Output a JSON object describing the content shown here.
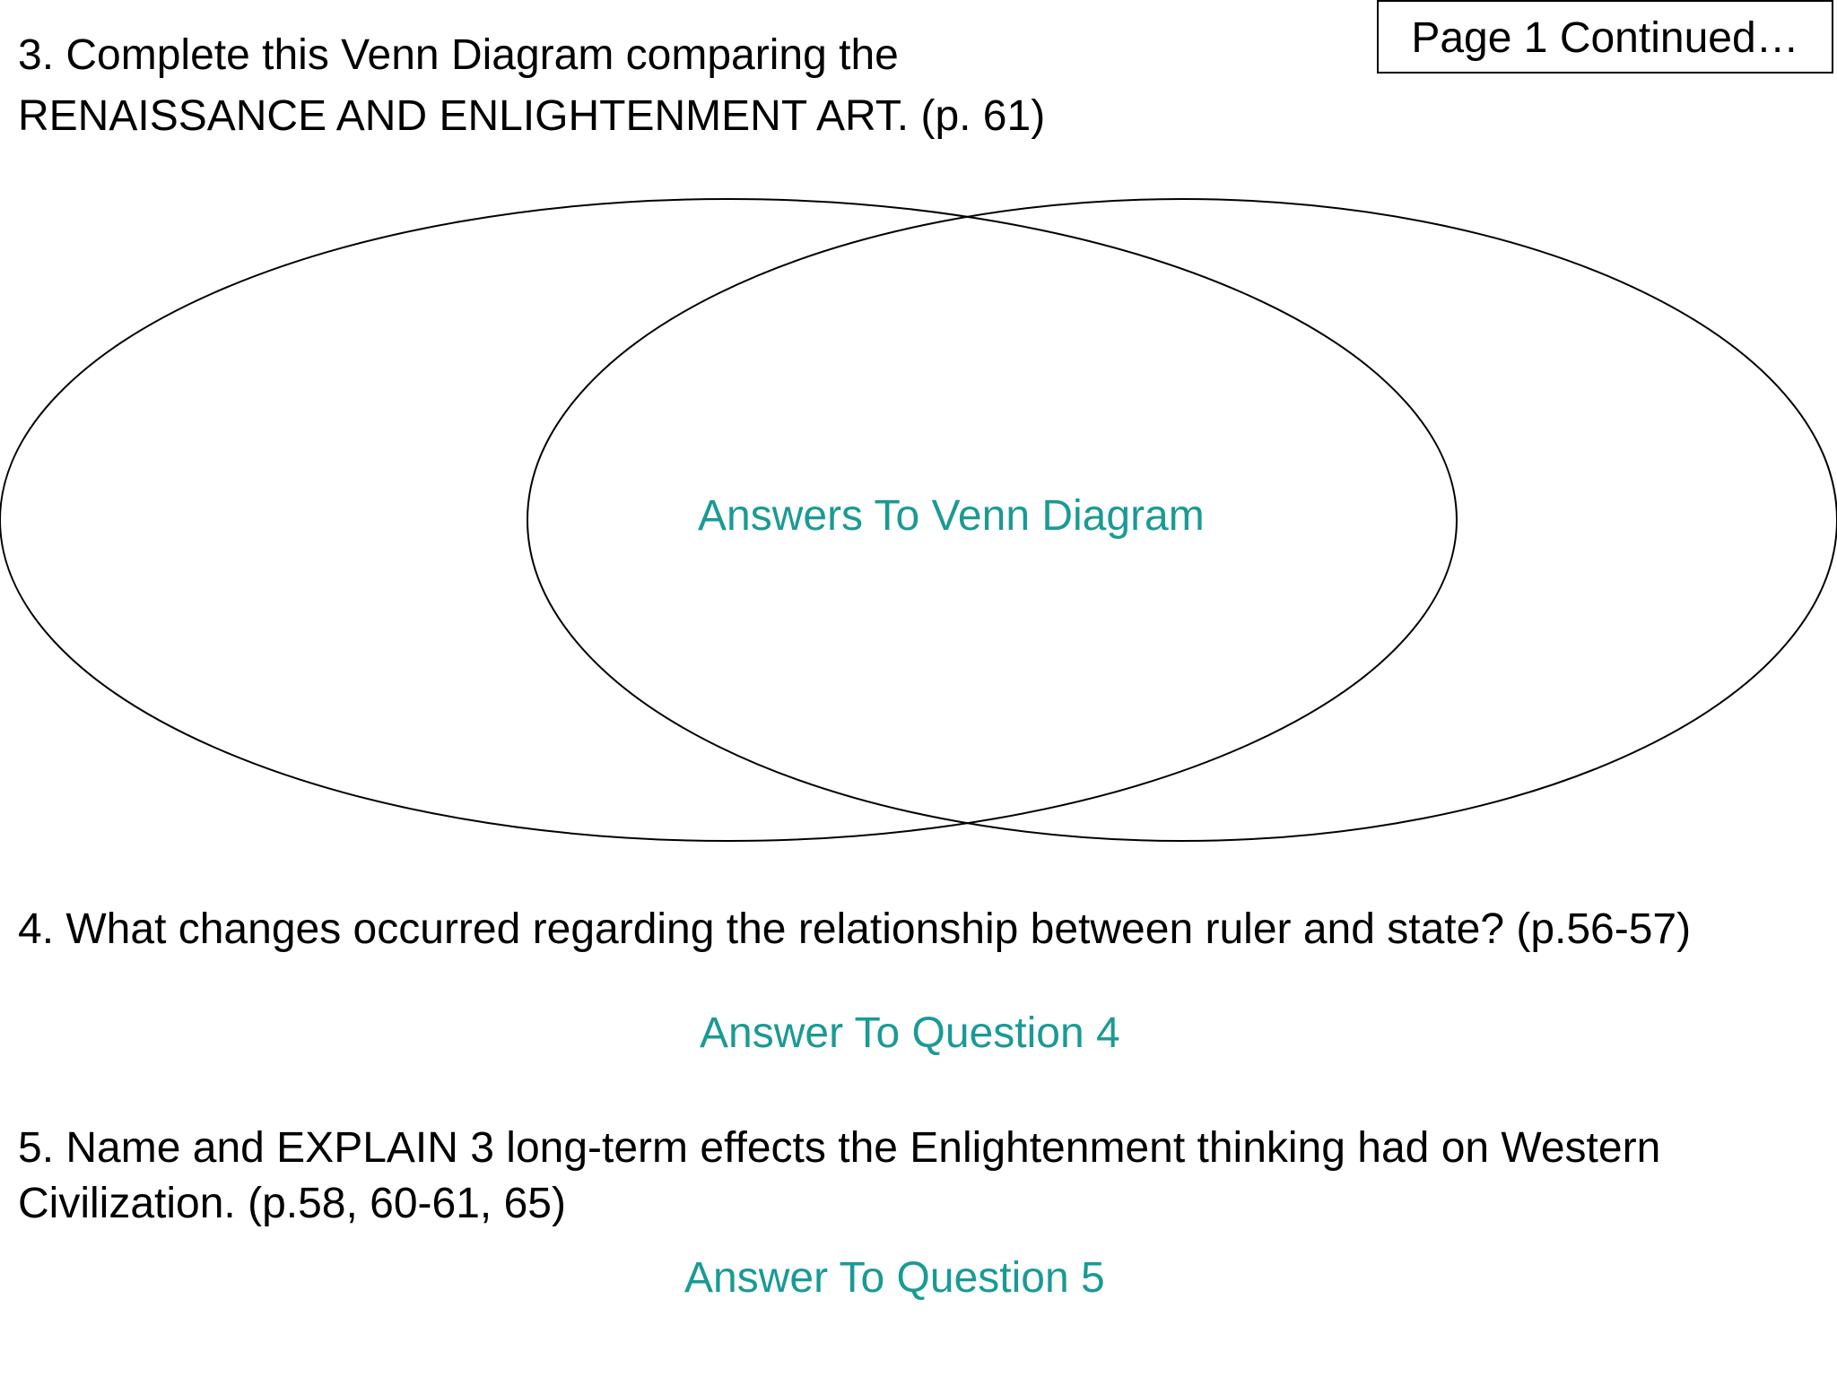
{
  "header": {
    "q3_line1": "3. Complete this Venn Diagram comparing the",
    "q3_line2": "RENAISSANCE AND ENLIGHTENMENT ART. (p. 61)",
    "page_label": "Page 1 Continued…"
  },
  "venn": {
    "answer_label": "Answers To Venn Diagram"
  },
  "question4": {
    "text": "4. What changes occurred regarding the relationship between ruler and state? (p.56-57)",
    "answer": "Answer To Question 4"
  },
  "question5": {
    "line1": "5. Name and EXPLAIN 3 long-term effects the Enlightenment thinking had on Western",
    "line2": "Civilization. (p.58, 60-61, 65)",
    "answer": "Answer To Question 5"
  },
  "colors": {
    "answer_text": "#1a9a95",
    "body_text": "#000000"
  }
}
